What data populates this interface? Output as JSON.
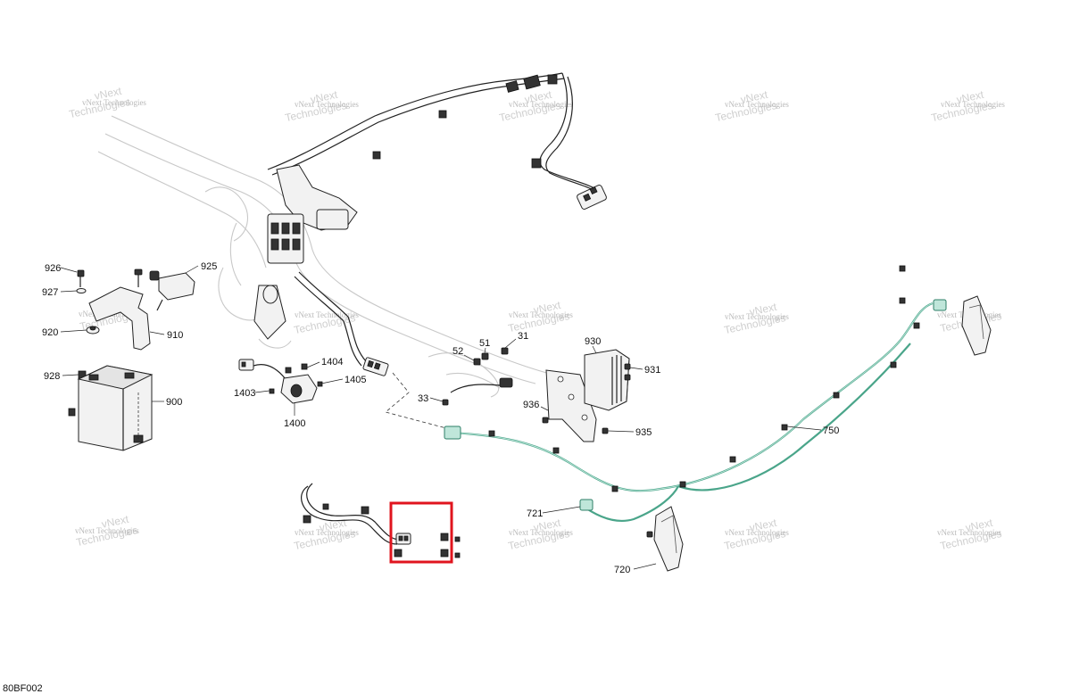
{
  "diagram": {
    "code": "80BF002",
    "watermark": {
      "line1": "vNext",
      "line2": "Technologies",
      "inline": "vNext Technologies"
    },
    "accent_wire_color": "#4aa58a",
    "highlight_color": "#e0141e",
    "callouts": [
      {
        "id": "926",
        "label": "926"
      },
      {
        "id": "925",
        "label": "925"
      },
      {
        "id": "927",
        "label": "927"
      },
      {
        "id": "920",
        "label": "920"
      },
      {
        "id": "910",
        "label": "910"
      },
      {
        "id": "928",
        "label": "928"
      },
      {
        "id": "900",
        "label": "900"
      },
      {
        "id": "1404",
        "label": "1404"
      },
      {
        "id": "1403",
        "label": "1403"
      },
      {
        "id": "1405",
        "label": "1405"
      },
      {
        "id": "1400",
        "label": "1400"
      },
      {
        "id": "52",
        "label": "52"
      },
      {
        "id": "51",
        "label": "51"
      },
      {
        "id": "31",
        "label": "31"
      },
      {
        "id": "33",
        "label": "33"
      },
      {
        "id": "930",
        "label": "930"
      },
      {
        "id": "931",
        "label": "931"
      },
      {
        "id": "936",
        "label": "936"
      },
      {
        "id": "935",
        "label": "935"
      },
      {
        "id": "750",
        "label": "750"
      },
      {
        "id": "721",
        "label": "721"
      },
      {
        "id": "720",
        "label": "720"
      }
    ]
  }
}
